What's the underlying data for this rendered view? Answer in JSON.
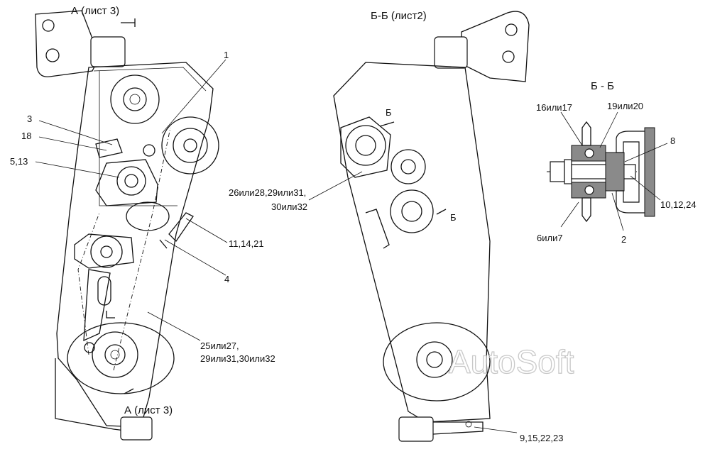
{
  "views": {
    "left_top_header": "А (лист 3)",
    "left_bottom_header": "А (лист 3)",
    "middle_header": "Б-Б (лист2)",
    "section_title": "Б - Б",
    "cut_mark": "Б"
  },
  "callouts": {
    "c1": "1",
    "c3": "3",
    "c18": "18",
    "c5_13": "5,13",
    "c11_14_21": "11,14,21",
    "c4": "4",
    "c25_line1": "25или27,",
    "c25_line2": "29или31,30или32",
    "c26_line1": "26или28,29или31,",
    "c26_line2": "30или32",
    "c9_15": "9,15,22,23",
    "c16": "16или17",
    "c19": "19или20",
    "c8": "8",
    "c10_12_24": "10,12,24",
    "c6": "6или7",
    "c2": "2"
  },
  "watermark": "AutoSoft"
}
